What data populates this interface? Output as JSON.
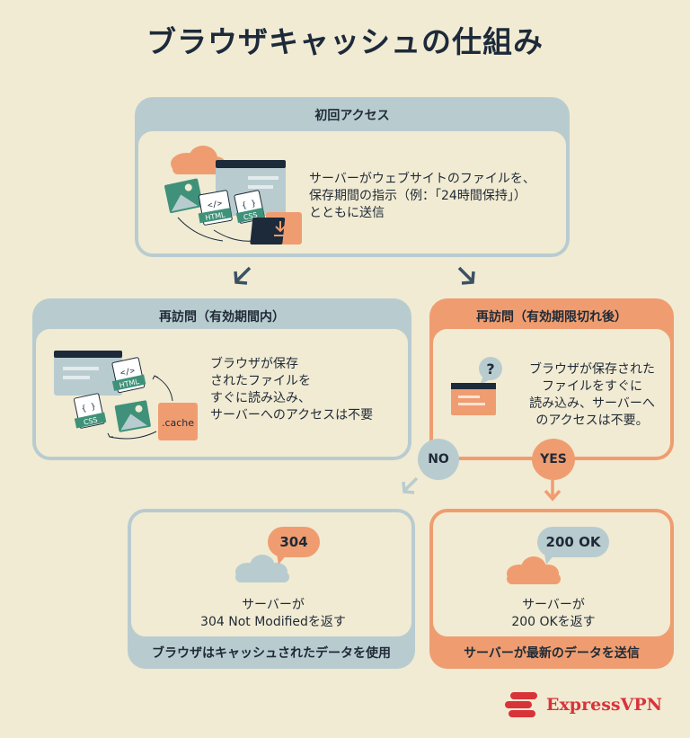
{
  "title": "ブラウザキャッシュの仕組み",
  "first_access": {
    "title": "初回アクセス",
    "description_lines": [
      "サーバーがウェブサイトのファイルを、",
      "保存期間の指示（例：「24時間保持」）",
      "とともに送信"
    ],
    "icons": {
      "html": "HTML",
      "css": "CSS",
      "html_tag": "</>",
      "css_tag": "{ }"
    }
  },
  "revisit_valid": {
    "title": "再訪問（有効期間内）",
    "description_lines": [
      "ブラウザが保存",
      "されたファイルを",
      "すぐに読み込み、",
      "サーバーへのアクセスは不要"
    ],
    "icons": {
      "html": "HTML",
      "css": "CSS",
      "html_tag": "</>",
      "css_tag": "{ }",
      "cache": ".cache"
    }
  },
  "revisit_expired": {
    "title": "再訪問（有効期限切れ後）",
    "description_lines": [
      "ブラウザが保存された",
      "ファイルをすぐに",
      "読み込み、サーバーへ",
      "のアクセスは不要。"
    ],
    "question_mark": "?"
  },
  "decision": {
    "no": "NO",
    "yes": "YES"
  },
  "result_304": {
    "badge": "304",
    "lines": [
      "サーバーが",
      "304 Not Modifiedを返す"
    ],
    "footer": "ブラウザはキャッシュされたデータを使用"
  },
  "result_200": {
    "badge": "200 OK",
    "lines": [
      "サーバーが",
      "200 OKを返す"
    ],
    "footer": "サーバーが最新のデータを送信"
  },
  "brand": {
    "name": "ExpressVPN"
  },
  "colors": {
    "background": "#f1ebd3",
    "blue_panel": "#b8ccd0",
    "orange_panel": "#ef9d70",
    "navy": "#1d2a3a",
    "green": "#3f9279",
    "brand_red": "#d9333a"
  }
}
